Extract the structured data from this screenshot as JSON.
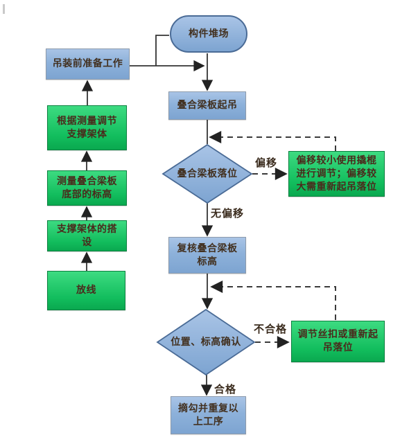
{
  "diagram": {
    "nodes": {
      "stockyard": {
        "label": "构件堆场",
        "shape": "stadium"
      },
      "prep": {
        "label": "吊装前准备工作",
        "shape": "rect"
      },
      "adjust_frame": {
        "label": "根据测量调节支撑架体",
        "shape": "rect"
      },
      "measure_elevation": {
        "label": "测量叠合梁板底部的标高",
        "shape": "rect"
      },
      "erect_frame": {
        "label": "支撑架体的搭设",
        "shape": "rect"
      },
      "set_out": {
        "label": "放线",
        "shape": "rect"
      },
      "hoist": {
        "label": "叠合梁板起吊",
        "shape": "rect"
      },
      "seat_decision": {
        "label": "叠合梁板落位",
        "shape": "diamond"
      },
      "recheck_elevation": {
        "label": "复核叠合梁板标高",
        "shape": "rect"
      },
      "confirm_decision": {
        "label": "位置、标高确认",
        "shape": "diamond"
      },
      "unhook": {
        "label": "摘勾并重复以上工序",
        "shape": "rect"
      },
      "deviation_remedy": {
        "label": "偏移较小使用撬棍进行调节；偏移较大需重新起吊落位",
        "shape": "rect"
      },
      "screw_remedy": {
        "label": "调节丝扣或重新起吊落位",
        "shape": "rect"
      }
    },
    "edge_labels": {
      "deviation": "偏移",
      "no_deviation": "无偏移",
      "unqualified": "不合格",
      "qualified": "合格"
    },
    "colors": {
      "process_fill_top": "#A9C4E6",
      "process_fill_bottom": "#7DA4D1",
      "process_border": "#8C9AAB",
      "terminal_border": "#4A6B96",
      "action_fill_top": "#3DDB81",
      "action_fill_bottom": "#0AA84F",
      "action_border": "#0C8040",
      "connector": "#333333",
      "text": "#42301F"
    }
  }
}
